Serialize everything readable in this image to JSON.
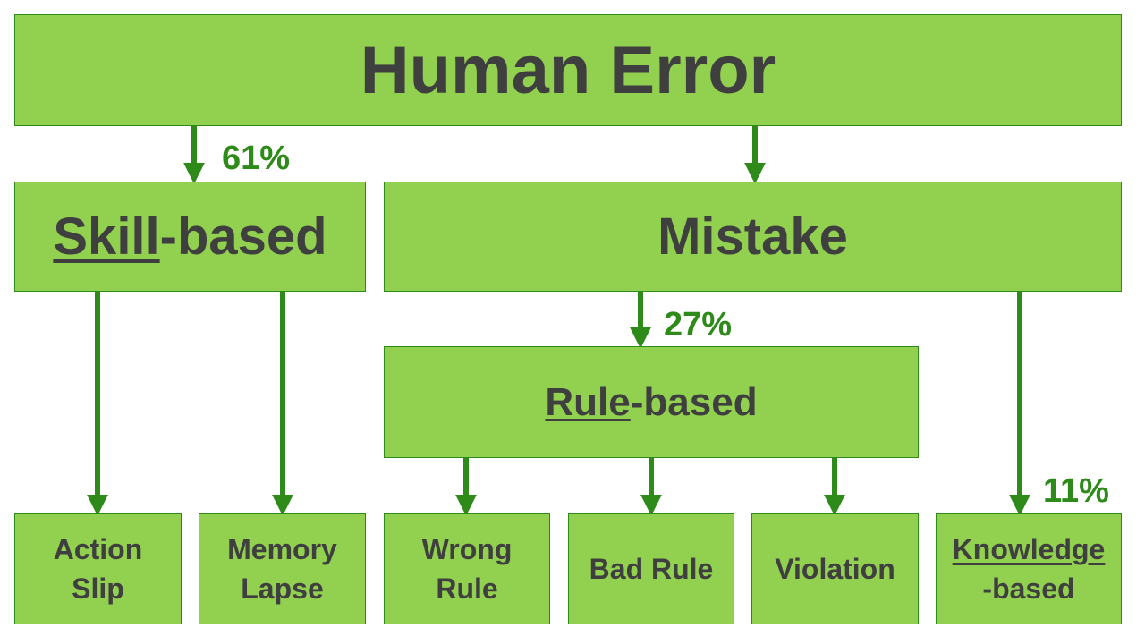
{
  "nodes": {
    "human_error": "Human Error",
    "skill": {
      "emph": "Skill",
      "rest": "-based"
    },
    "mistake": "Mistake",
    "rule": {
      "emph": "Rule",
      "rest": "-based"
    },
    "action_slip": {
      "line1": "Action",
      "line2": "Slip"
    },
    "memory_lapse": {
      "line1": "Memory",
      "line2": "Lapse"
    },
    "wrong_rule": {
      "line1": "Wrong",
      "line2": "Rule"
    },
    "bad_rule": "Bad Rule",
    "violation": "Violation",
    "knowledge": {
      "emph": "Knowledge",
      "rest": "-based"
    }
  },
  "percentages": {
    "skill": "61%",
    "rule": "27%",
    "knowledge": "11%"
  },
  "colors": {
    "box_fill": "#92d050",
    "box_border": "#2e8b1a",
    "arrow": "#2e8b1a",
    "text": "#3f3f3f",
    "percent_text": "#2e8b1a"
  }
}
